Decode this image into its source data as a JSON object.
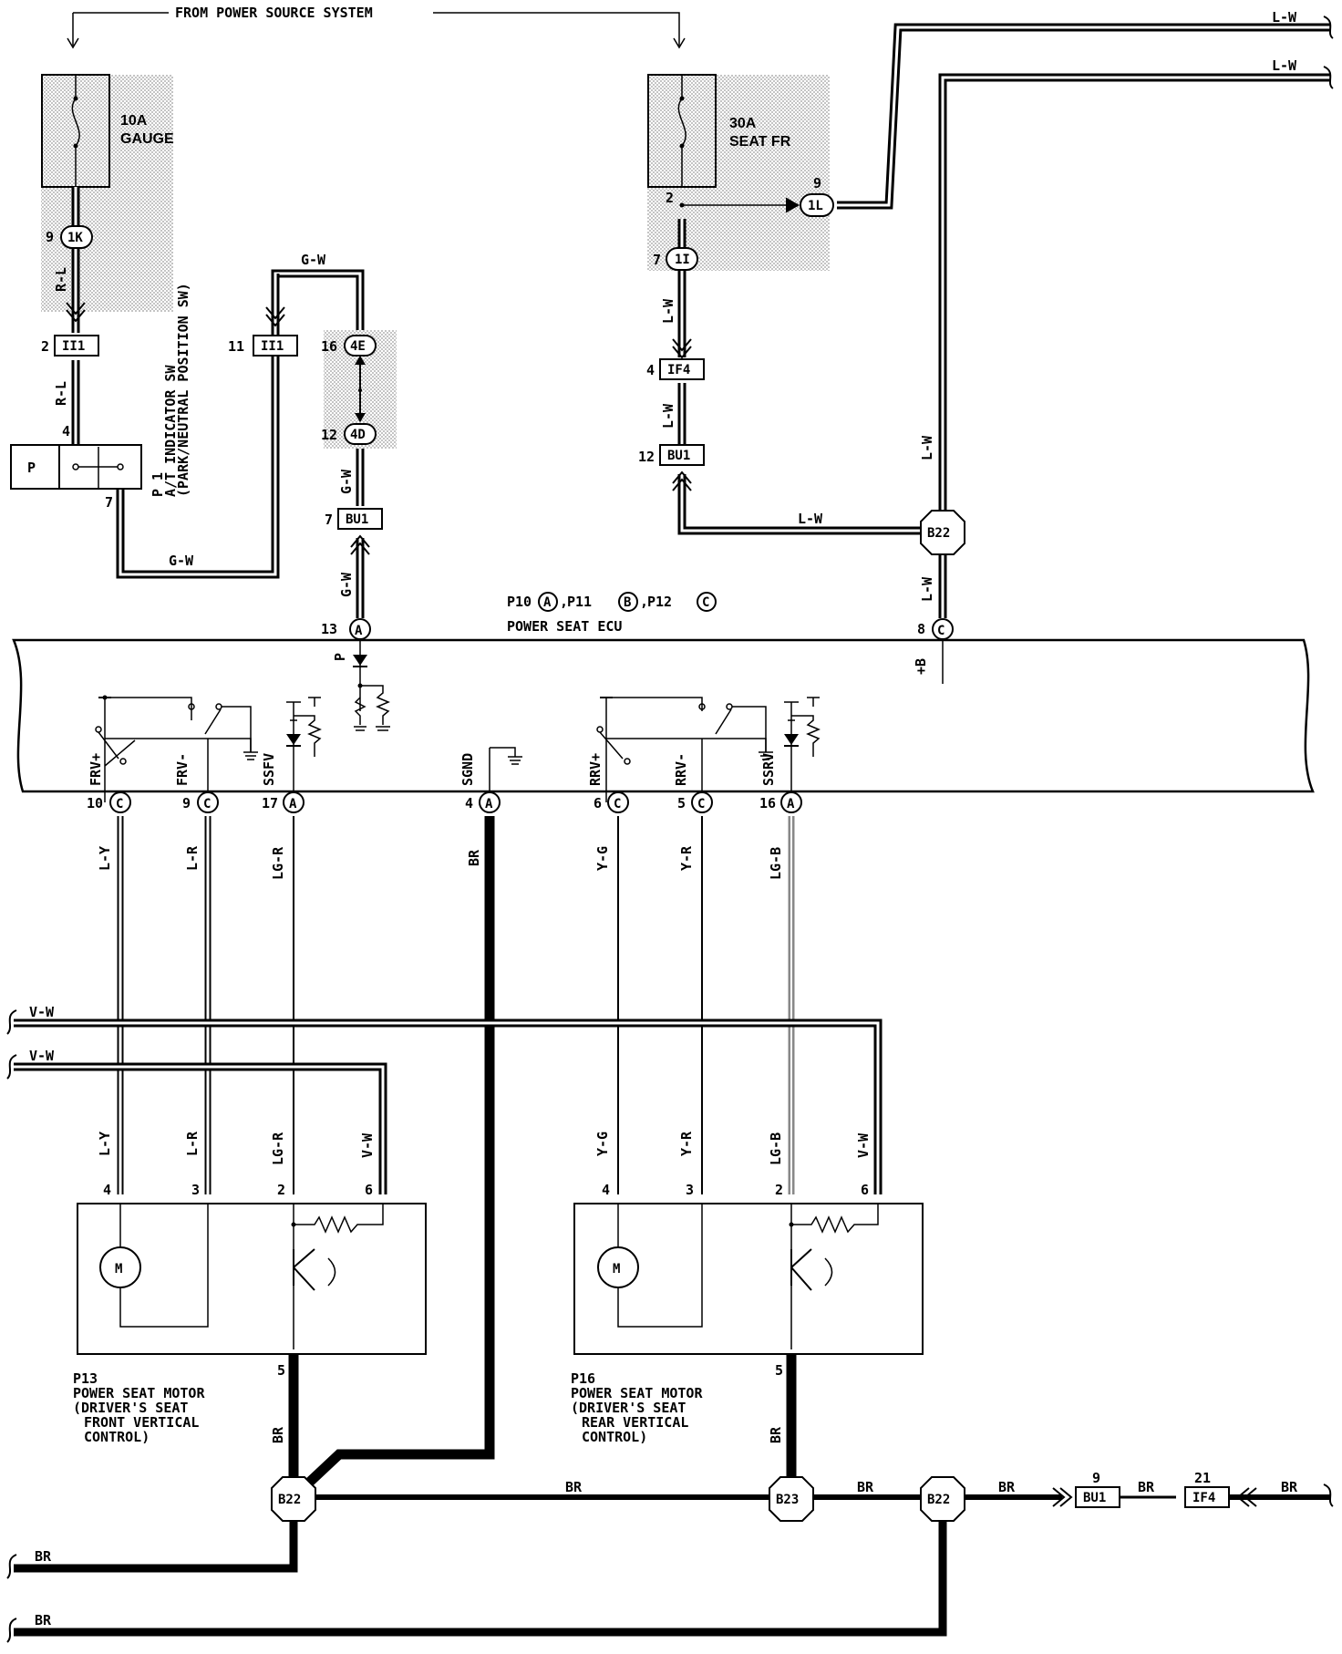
{
  "top_label": "FROM POWER SOURCE SYSTEM",
  "fuse1": {
    "rating": "10A",
    "name": "GAUGE"
  },
  "fuse2": {
    "rating": "30A",
    "name": "SEAT FR"
  },
  "ecu": {
    "ids": "P10(A), P11(B), P12(C)",
    "p10": "P10",
    "p11": "P11",
    "p12": "P12",
    "a": "A",
    "b": "B",
    "c": "C",
    "name": "POWER SEAT ECU"
  },
  "p1": {
    "id": "P 1",
    "line1": "A/T INDICATOR SW",
    "line2": "(PARK/NEUTRAL POSITION SW)",
    "box": "P"
  },
  "p13": {
    "id": "P13",
    "line1": "POWER SEAT MOTOR",
    "line2": "(DRIVER'S SEAT",
    "line3": "FRONT VERTICAL",
    "line4": "CONTROL)"
  },
  "p16": {
    "id": "P16",
    "line1": "POWER SEAT MOTOR",
    "line2": "(DRIVER'S SEAT",
    "line3": "REAR VERTICAL",
    "line4": "CONTROL)"
  },
  "connectors": {
    "c1K": "1K",
    "c1L": "1L",
    "c1I": "1I",
    "II1a": "II1",
    "II1b": "II1",
    "c4E": "4E",
    "c4D": "4D",
    "BU1a": "BU1",
    "BU1b": "BU1",
    "BU1c": "BU1",
    "IF4a": "IF4",
    "IF4b": "IF4",
    "B22a": "B22",
    "B22b": "B22",
    "B22c": "B22",
    "B23": "B23"
  },
  "pins": {
    "p9a": "9",
    "p2a": "2",
    "p4a": "4",
    "p7a": "7",
    "p11": "11",
    "p16a": "16",
    "p12a": "12",
    "p7b": "7",
    "p13": "13",
    "p9b": "9",
    "p2b": "2",
    "p7c": "7",
    "p4b": "4",
    "p12b": "12",
    "p8": "8",
    "p10": "10",
    "p9c": "9",
    "p17": "17",
    "p4c": "4",
    "p6": "6",
    "p5": "5",
    "p16b": "16",
    "m4a": "4",
    "m3a": "3",
    "m2a": "2",
    "m6a": "6",
    "m5a": "5",
    "m4b": "4",
    "m3b": "3",
    "m2b": "2",
    "m6b": "6",
    "m5b": "5",
    "p9d": "9",
    "p21": "21"
  },
  "wires": {
    "RL": "R-L",
    "GW": "G-W",
    "LW": "L-W",
    "LY": "L-Y",
    "LR": "L-R",
    "LGR": "LG-R",
    "BR": "BR",
    "YG": "Y-G",
    "YR": "Y-R",
    "LGB": "LG-B",
    "VW": "V-W"
  },
  "ecu_terms": {
    "P": "P",
    "B": "+B",
    "FRVp": "FRV+",
    "FRVm": "FRV-",
    "SSFV": "SSFV",
    "SGND": "SGND",
    "RRVp": "RRV+",
    "RRVm": "RRV-",
    "SSRV": "SSRV"
  },
  "motor": "M"
}
